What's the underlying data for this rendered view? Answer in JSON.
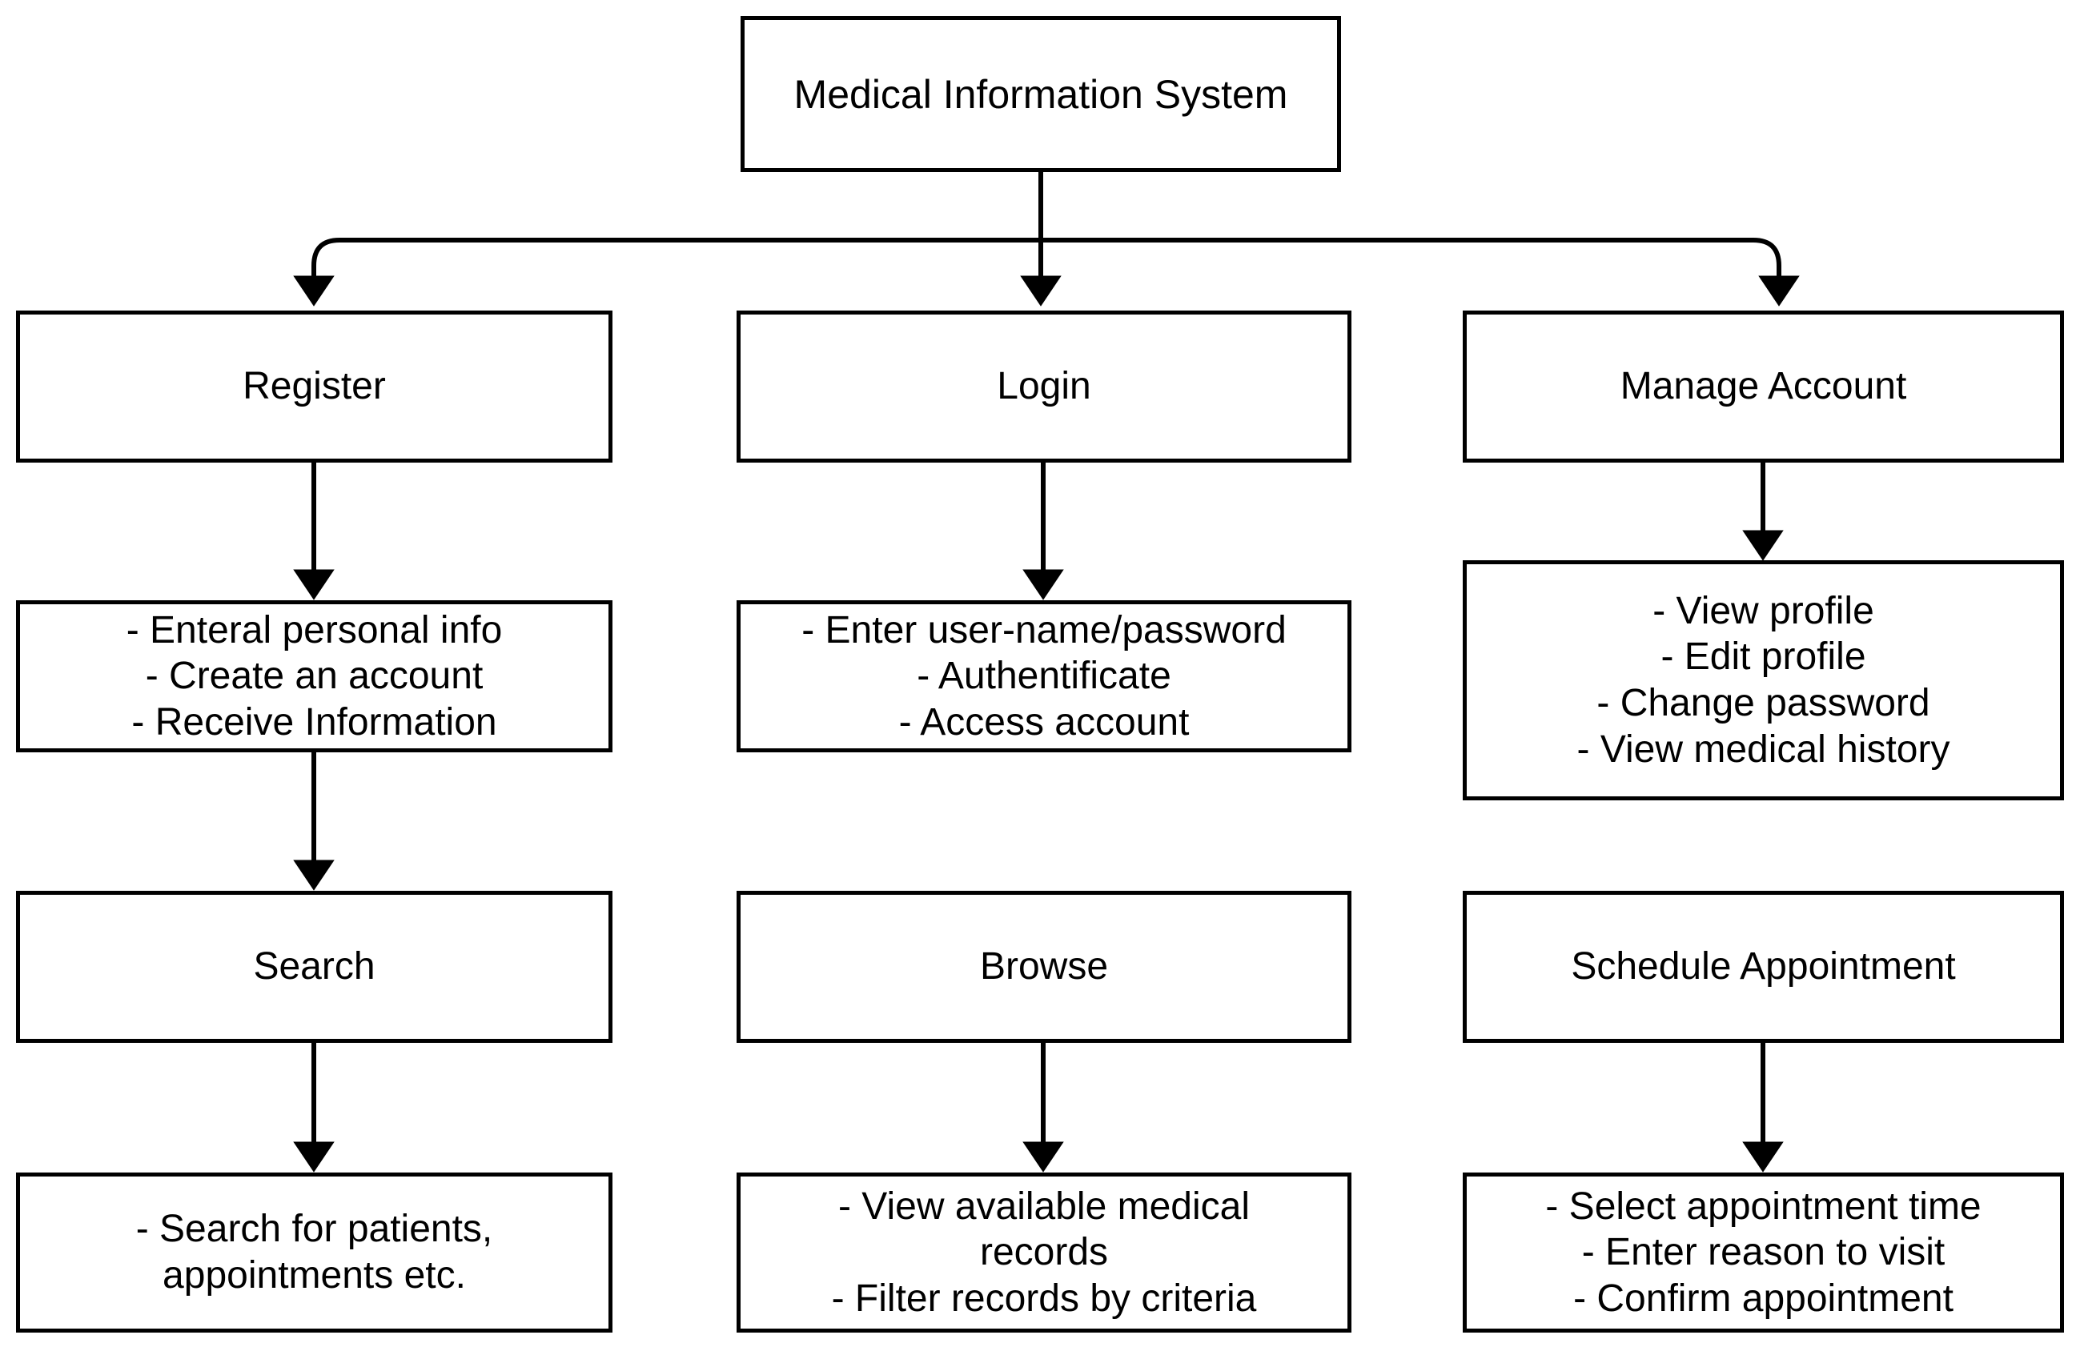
{
  "diagram": {
    "title": "Medical Information System",
    "type": "hierarchy-flowchart",
    "colors": {
      "background": "#ffffff",
      "node_fill": "#ffffff",
      "node_stroke": "#000000",
      "edge_stroke": "#000000",
      "text": "#000000"
    },
    "root": {
      "label": "Medical Information System"
    },
    "columns": [
      {
        "name": "register-column",
        "nodes": [
          {
            "id": "register",
            "kind": "header",
            "lines": [
              "Register"
            ]
          },
          {
            "id": "register-details",
            "kind": "detail",
            "lines": [
              "- Enteral personal info",
              "- Create an account",
              "- Receive Information"
            ]
          },
          {
            "id": "search",
            "kind": "header",
            "lines": [
              "Search"
            ]
          },
          {
            "id": "search-details",
            "kind": "detail",
            "lines": [
              "- Search for patients, appointments etc."
            ]
          }
        ]
      },
      {
        "name": "login-column",
        "nodes": [
          {
            "id": "login",
            "kind": "header",
            "lines": [
              "Login"
            ]
          },
          {
            "id": "login-details",
            "kind": "detail",
            "lines": [
              "- Enter user-name/password",
              "- Authentificate",
              "- Access account"
            ]
          },
          {
            "id": "browse",
            "kind": "header",
            "lines": [
              "Browse"
            ]
          },
          {
            "id": "browse-details",
            "kind": "detail",
            "lines": [
              "- View available medical records",
              "- Filter records by criteria"
            ]
          }
        ]
      },
      {
        "name": "manage-account-column",
        "nodes": [
          {
            "id": "manage-account",
            "kind": "header",
            "lines": [
              "Manage Account"
            ]
          },
          {
            "id": "manage-account-details",
            "kind": "detail",
            "lines": [
              "- View profile",
              "- Edit profile",
              "- Change password",
              "- View medical history"
            ]
          },
          {
            "id": "schedule-appointment",
            "kind": "header",
            "lines": [
              "Schedule Appointment"
            ]
          },
          {
            "id": "schedule-appointment-details",
            "kind": "detail",
            "lines": [
              "- Select appointment time",
              "- Enter reason to visit",
              "- Confirm appointment"
            ]
          }
        ]
      }
    ]
  }
}
